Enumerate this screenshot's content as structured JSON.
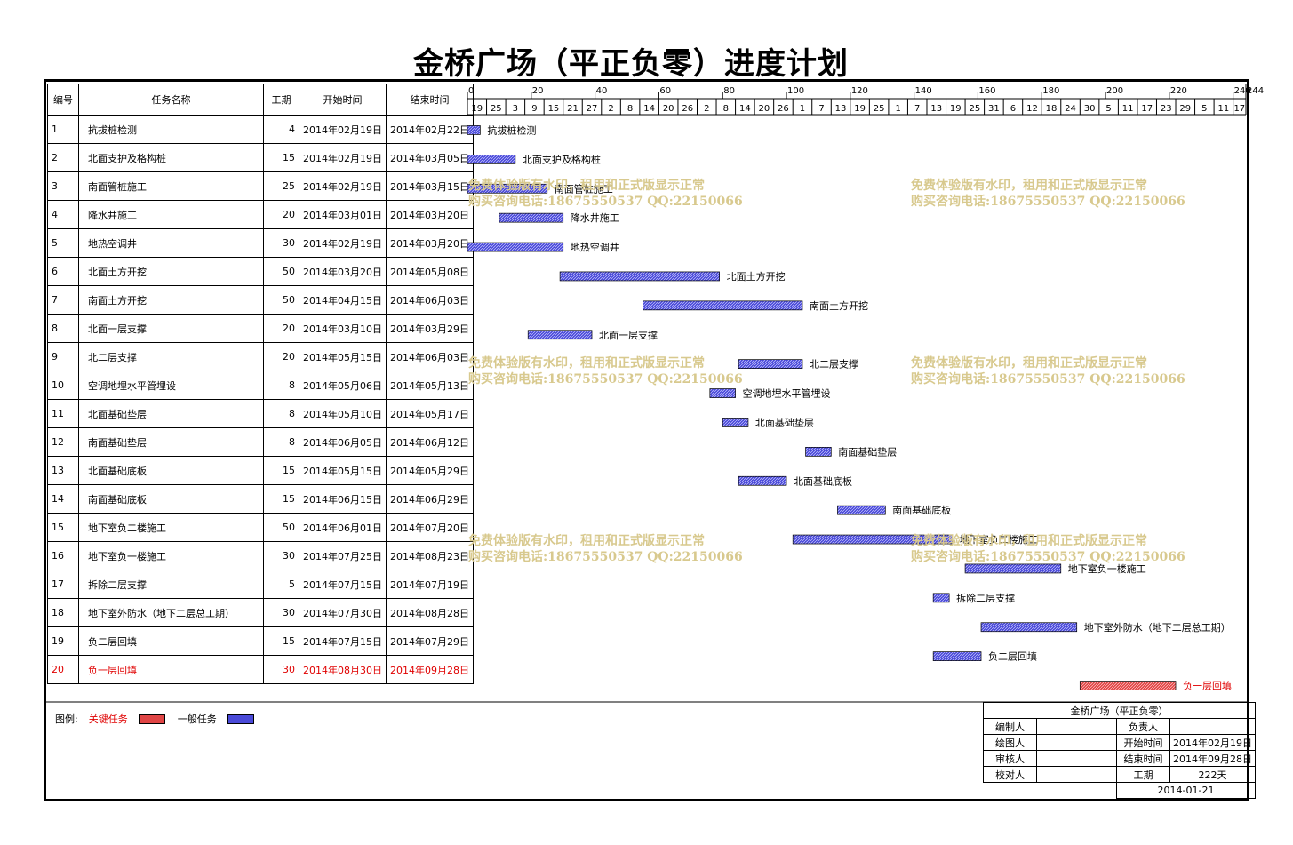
{
  "title": "金桥广场（平正负零）进度计划",
  "headers": {
    "id": "编号",
    "name": "任务名称",
    "duration": "工期",
    "start": "开始时间",
    "end": "结束时间"
  },
  "colors": {
    "critical": "#e04545",
    "normal": "#4a4ad8",
    "critical_text": "#e00000",
    "watermark": "#d8c98e"
  },
  "chart_data": {
    "type": "gantt",
    "title": "金桥广场（平正负零）进度计划",
    "x_unit": "day offset from 2014-02-19",
    "xlim": [
      0,
      244
    ],
    "major_ticks": [
      0,
      20,
      40,
      60,
      80,
      100,
      120,
      140,
      160,
      180,
      200,
      220,
      240
    ],
    "major_tick_labels": [
      "0",
      "20",
      "40",
      "60",
      "80",
      "100",
      "120",
      "140",
      "160",
      "180",
      "200",
      "220",
      "240"
    ],
    "extra_tick_label": "244",
    "minor_tick_labels": [
      "19",
      "25",
      "3",
      "9",
      "15",
      "21",
      "27",
      "2",
      "8",
      "14",
      "20",
      "26",
      "2",
      "8",
      "14",
      "20",
      "26",
      "1",
      "7",
      "13",
      "19",
      "25",
      "1",
      "7",
      "13",
      "19",
      "25",
      "31",
      "6",
      "12",
      "18",
      "24",
      "30",
      "5",
      "11",
      "17",
      "23",
      "29",
      "5",
      "11",
      "17"
    ],
    "tasks": [
      {
        "id": "1",
        "name": "抗拔桩检测",
        "duration": 4,
        "start": "2014年02月19日",
        "end": "2014年02月22日",
        "start_offset": 0,
        "critical": false
      },
      {
        "id": "2",
        "name": "北面支护及格构桩",
        "duration": 15,
        "start": "2014年02月19日",
        "end": "2014年03月05日",
        "start_offset": 0,
        "critical": false
      },
      {
        "id": "3",
        "name": "南面管桩施工",
        "duration": 25,
        "start": "2014年02月19日",
        "end": "2014年03月15日",
        "start_offset": 0,
        "critical": false
      },
      {
        "id": "4",
        "name": "降水井施工",
        "duration": 20,
        "start": "2014年03月01日",
        "end": "2014年03月20日",
        "start_offset": 10,
        "critical": false
      },
      {
        "id": "5",
        "name": "地热空调井",
        "duration": 30,
        "start": "2014年02月19日",
        "end": "2014年03月20日",
        "start_offset": 0,
        "critical": false
      },
      {
        "id": "6",
        "name": "北面土方开挖",
        "duration": 50,
        "start": "2014年03月20日",
        "end": "2014年05月08日",
        "start_offset": 29,
        "critical": false
      },
      {
        "id": "7",
        "name": "南面土方开挖",
        "duration": 50,
        "start": "2014年04月15日",
        "end": "2014年06月03日",
        "start_offset": 55,
        "critical": false
      },
      {
        "id": "8",
        "name": "北面一层支撑",
        "duration": 20,
        "start": "2014年03月10日",
        "end": "2014年03月29日",
        "start_offset": 19,
        "critical": false
      },
      {
        "id": "9",
        "name": "北二层支撑",
        "duration": 20,
        "start": "2014年05月15日",
        "end": "2014年06月03日",
        "start_offset": 85,
        "critical": false
      },
      {
        "id": "10",
        "name": "空调地埋水平管埋设",
        "duration": 8,
        "start": "2014年05月06日",
        "end": "2014年05月13日",
        "start_offset": 76,
        "critical": false
      },
      {
        "id": "11",
        "name": "北面基础垫层",
        "duration": 8,
        "start": "2014年05月10日",
        "end": "2014年05月17日",
        "start_offset": 80,
        "critical": false
      },
      {
        "id": "12",
        "name": "南面基础垫层",
        "duration": 8,
        "start": "2014年06月05日",
        "end": "2014年06月12日",
        "start_offset": 106,
        "critical": false
      },
      {
        "id": "13",
        "name": "北面基础底板",
        "duration": 15,
        "start": "2014年05月15日",
        "end": "2014年05月29日",
        "start_offset": 85,
        "critical": false
      },
      {
        "id": "14",
        "name": "南面基础底板",
        "duration": 15,
        "start": "2014年06月15日",
        "end": "2014年06月29日",
        "start_offset": 116,
        "critical": false
      },
      {
        "id": "15",
        "name": "地下室负二楼施工",
        "duration": 50,
        "start": "2014年06月01日",
        "end": "2014年07月20日",
        "start_offset": 102,
        "critical": false
      },
      {
        "id": "16",
        "name": "地下室负一楼施工",
        "duration": 30,
        "start": "2014年07月25日",
        "end": "2014年08月23日",
        "start_offset": 156,
        "critical": false
      },
      {
        "id": "17",
        "name": "拆除二层支撑",
        "duration": 5,
        "start": "2014年07月15日",
        "end": "2014年07月19日",
        "start_offset": 146,
        "critical": false
      },
      {
        "id": "18",
        "name": "地下室外防水（地下二层总工期）",
        "duration": 30,
        "start": "2014年07月30日",
        "end": "2014年08月28日",
        "start_offset": 161,
        "critical": false
      },
      {
        "id": "19",
        "name": "负二层回填",
        "duration": 15,
        "start": "2014年07月15日",
        "end": "2014年07月29日",
        "start_offset": 146,
        "critical": false
      },
      {
        "id": "20",
        "name": "负一层回填",
        "duration": 30,
        "start": "2014年08月30日",
        "end": "2014年09月28日",
        "start_offset": 192,
        "critical": true
      }
    ]
  },
  "legend": {
    "label": "图例:",
    "critical": "关键任务",
    "normal": "一般任务"
  },
  "info": {
    "project": "金桥广场（平正负零）",
    "compiler_label": "编制人",
    "compiler_value": "",
    "owner_label": "负责人",
    "owner_value": "",
    "drawer_label": "绘图人",
    "drawer_value": "",
    "start_label": "开始时间",
    "start_value": "2014年02月19日",
    "reviewer_label": "审核人",
    "reviewer_value": "",
    "end_label": "结束时间",
    "end_value": "2014年09月28日",
    "checker_label": "校对人",
    "checker_value": "",
    "duration_label": "工期",
    "duration_value": "222天",
    "date": "2014-01-21"
  },
  "watermark": {
    "line1": "免费体验版有水印，租用和正式版显示正常",
    "line2": "购买咨询电话:18675550537 QQ:22150066"
  }
}
